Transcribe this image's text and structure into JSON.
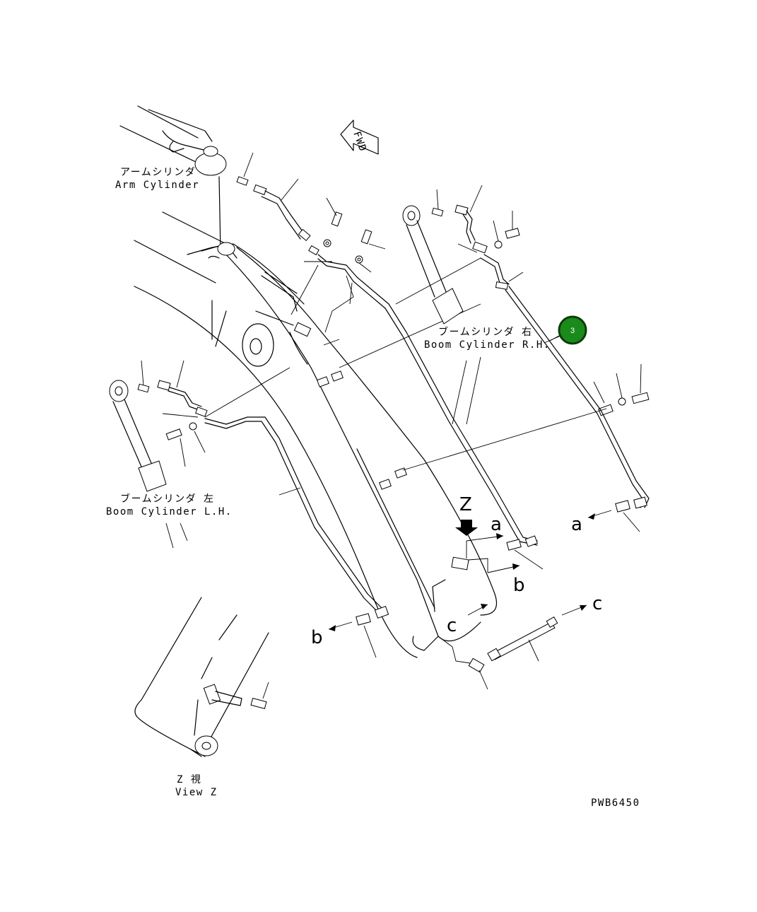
{
  "fwd_label": "FWD",
  "labels": {
    "arm_cylinder_jp": "アームシリンダ",
    "arm_cylinder_en": "Arm Cylinder",
    "boom_rh_jp": "ブームシリンダ 右",
    "boom_rh_en": "Boom Cylinder R.H.",
    "boom_lh_jp": "ブームシリンダ 左",
    "boom_lh_en": "Boom Cylinder L.H.",
    "view_z_jp": "Z 視",
    "view_z_en": "View Z",
    "drawing_code": "PWB6450"
  },
  "connection_letters": {
    "z": "Z",
    "a_top": "a",
    "a_right": "a",
    "b_top": "b",
    "b_left": "b",
    "c_left": "c",
    "c_right": "c"
  },
  "callouts": [
    {
      "number": "3",
      "color": "#1a8a1a"
    }
  ]
}
